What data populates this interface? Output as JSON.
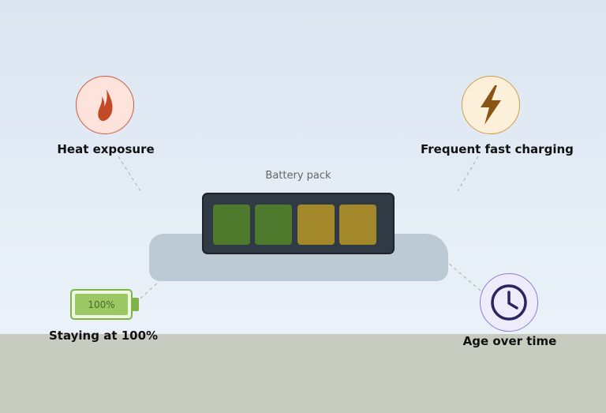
{
  "pack": {
    "label": "Battery pack",
    "cells": [
      "green",
      "green",
      "amber",
      "amber"
    ]
  },
  "factors": {
    "heat": {
      "label": "Heat exposure",
      "icon": "flame-icon",
      "color": "#cc5a3f"
    },
    "fast_charging": {
      "label": "Frequent fast charging",
      "icon": "lightning-bolt-icon",
      "color": "#8a5514"
    },
    "full_charge": {
      "label": "Staying at 100%",
      "icon": "battery-icon",
      "level_text": "100%",
      "level": 1.0,
      "color": "#7fb34a"
    },
    "age": {
      "label": "Age over time",
      "icon": "clock-icon",
      "color": "#2c2660"
    }
  },
  "colors": {
    "cell_healthy": "#4e7a2e",
    "cell_degraded": "#a2882b",
    "pack_body": "#303a45",
    "car_body": "#bccad5",
    "ground": "#c8cbc0"
  }
}
